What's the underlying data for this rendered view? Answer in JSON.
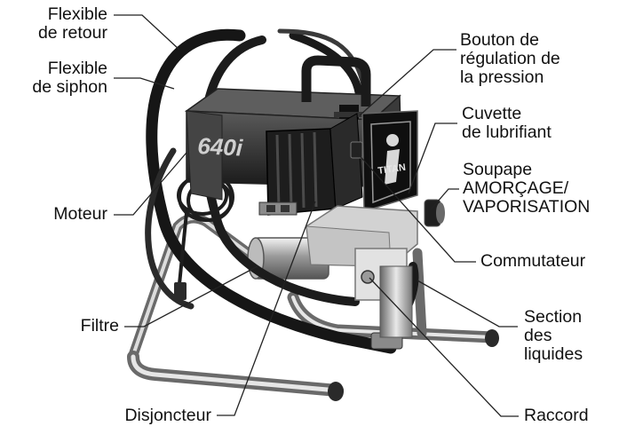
{
  "labels": {
    "return_hose": [
      "Flexible",
      "de retour"
    ],
    "siphon_hose": [
      "Flexible",
      "de siphon"
    ],
    "motor": [
      "Moteur"
    ],
    "filter": [
      "Filtre"
    ],
    "circuit_breaker": [
      "Disjoncteur"
    ],
    "pressure_knob": [
      "Bouton de",
      "régulation de",
      "la pression"
    ],
    "lubricant_cup": [
      "Cuvette",
      "de lubrifiant"
    ],
    "prime_valve": [
      "Soupape",
      "AMORÇAGE/",
      "VAPORISATION"
    ],
    "switch": [
      "Commutateur"
    ],
    "fluid_section": [
      "Section",
      "des",
      "liquides"
    ],
    "fitting": [
      "Raccord"
    ]
  },
  "device": {
    "model_badge": "640i",
    "brand_badge": "TITAN",
    "colors": {
      "body": "#2a2a2a",
      "chrome": "#b9b9b9",
      "guard": "#cfcfcf",
      "leader": "#222222"
    }
  }
}
